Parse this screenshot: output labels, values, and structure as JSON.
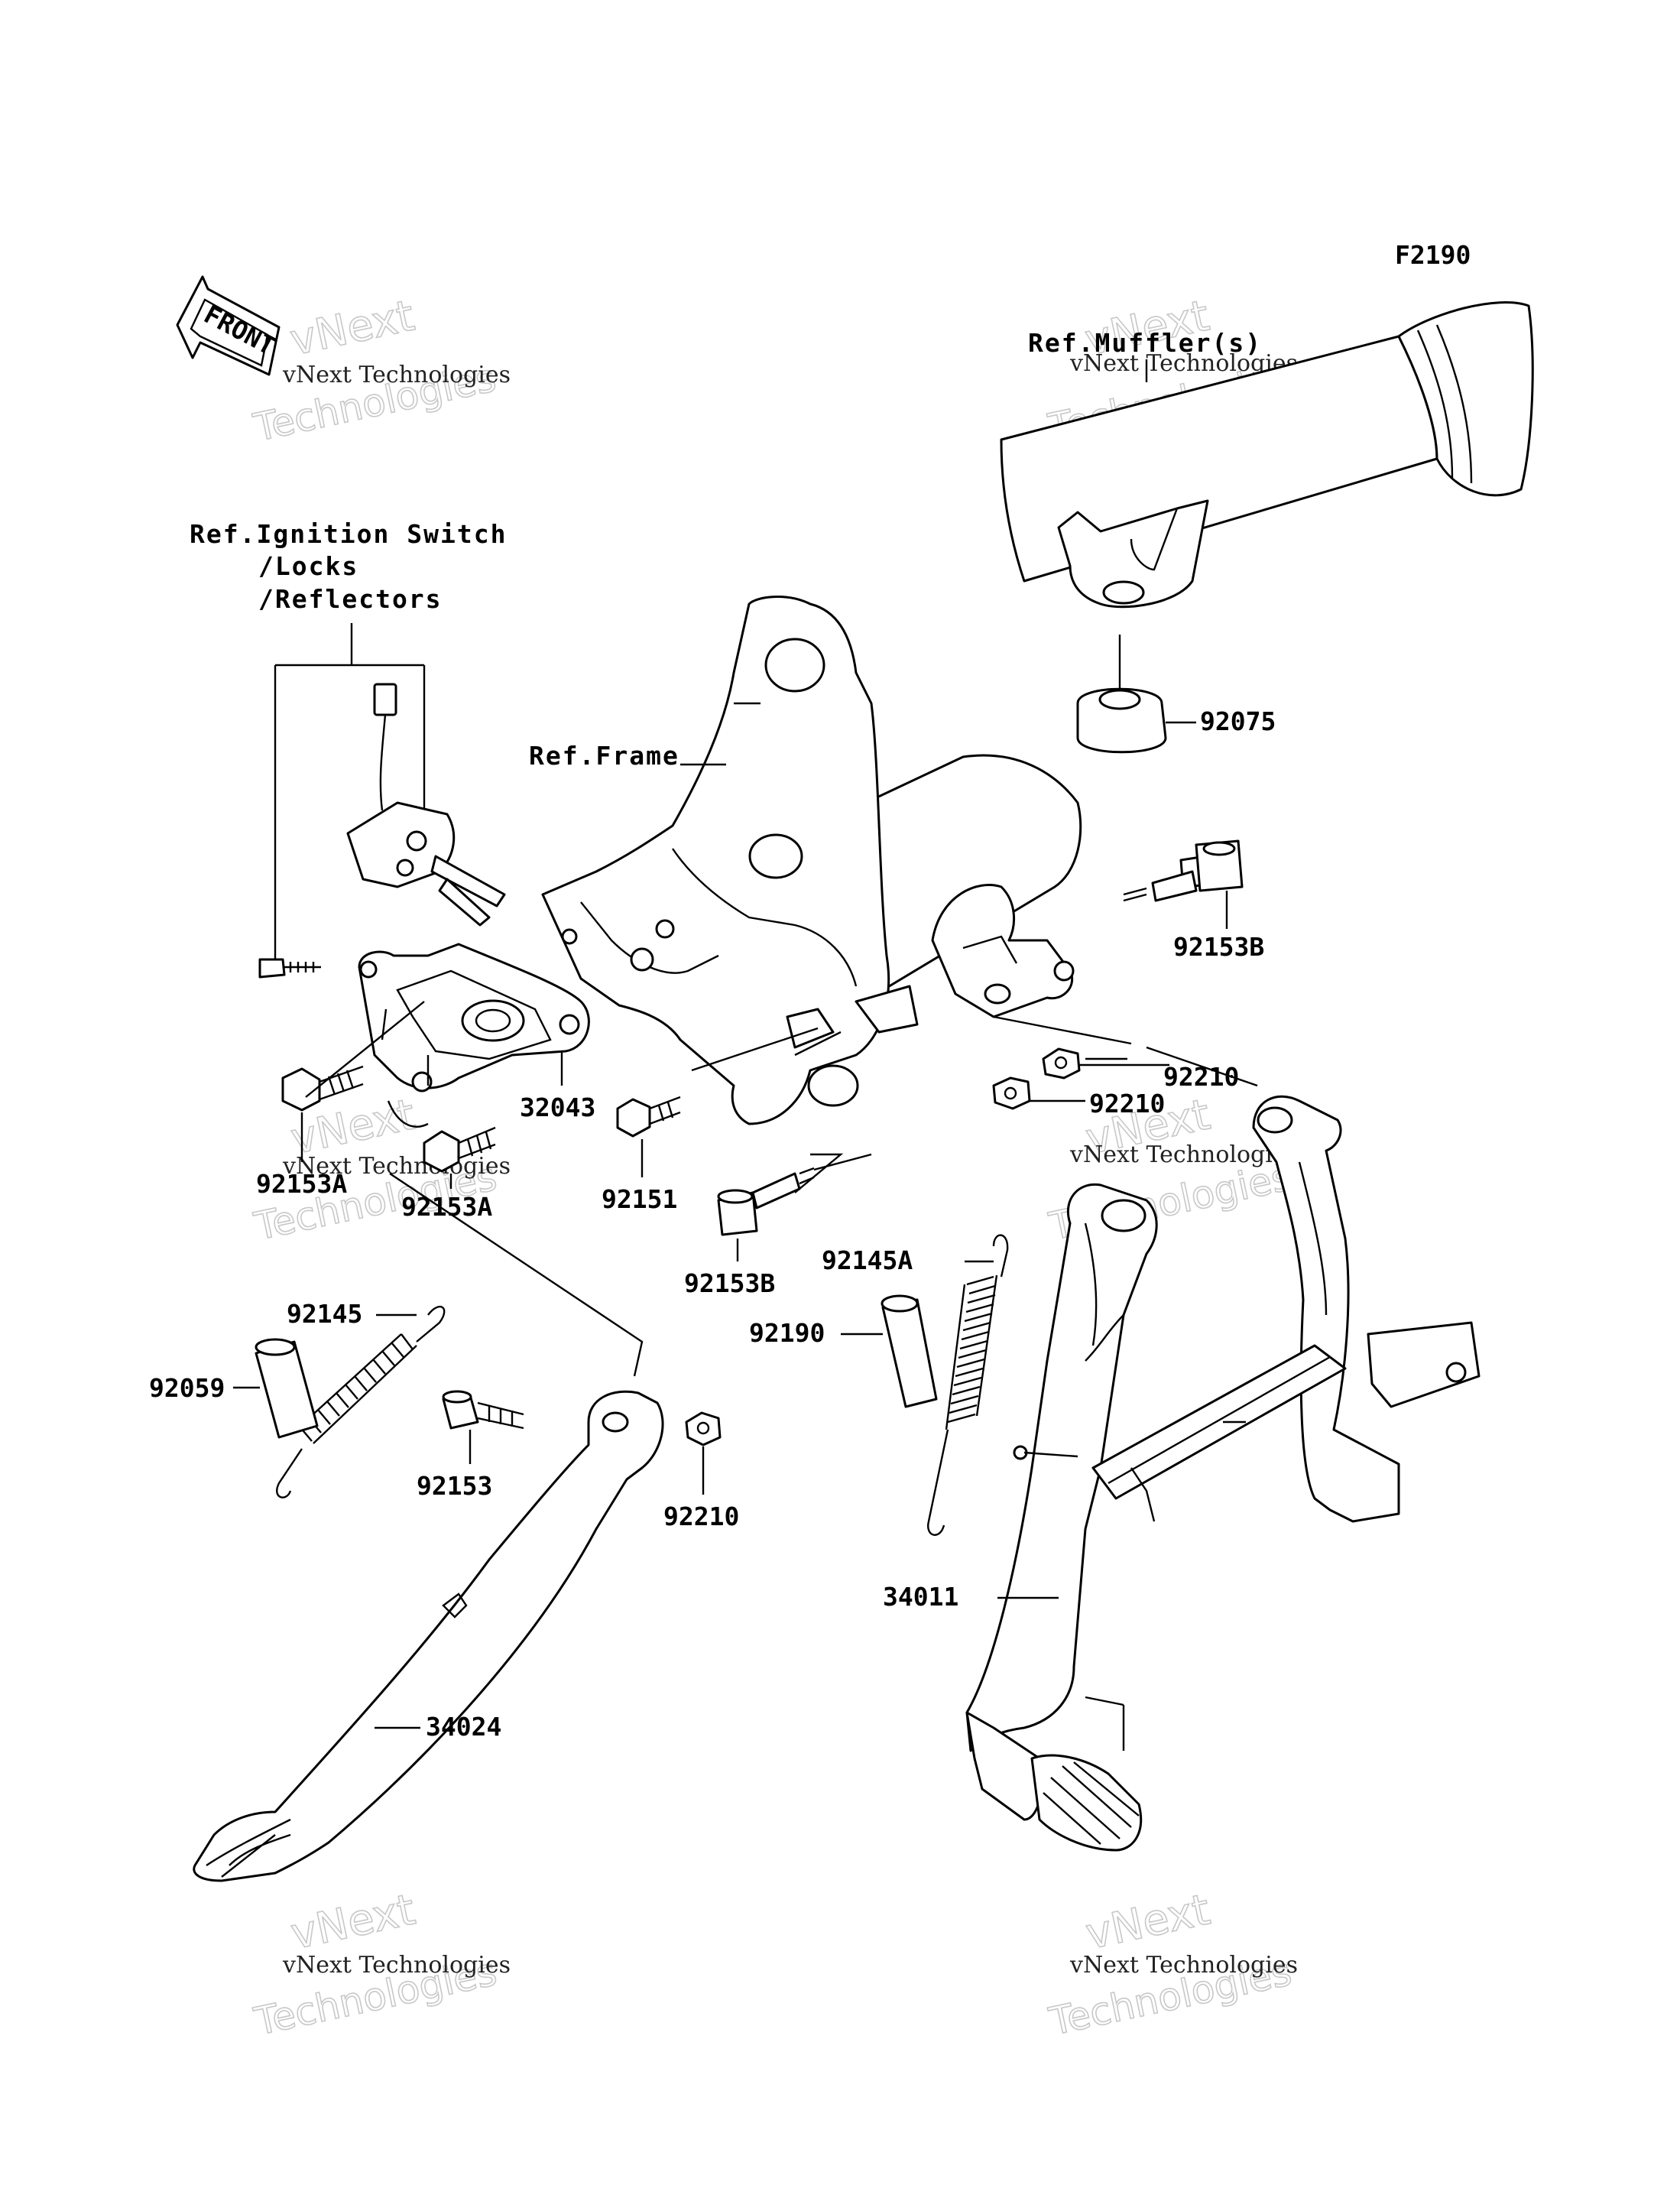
{
  "diagram_code": "F2190",
  "front_arrow": "FRONT",
  "refs": {
    "muffler": "Ref.Muffler(s)",
    "ignition_line1": "Ref.Ignition Switch",
    "ignition_line2": "/Locks",
    "ignition_line3": "/Reflectors",
    "frame": "Ref.Frame"
  },
  "parts": {
    "p92075": "92075",
    "p92153B_top": "92153B",
    "p92210_a": "92210",
    "p92210_b": "92210",
    "p32043": "32043",
    "p92153A_a": "92153A",
    "p92153A_b": "92153A",
    "p92151": "92151",
    "p92153B_mid": "92153B",
    "p92145A": "92145A",
    "p92190": "92190",
    "p92145": "92145",
    "p92059": "92059",
    "p92153": "92153",
    "p92210_c": "92210",
    "p34011": "34011",
    "p34024": "34024"
  },
  "watermark": {
    "line1": "vNext",
    "line2": "vNext Technologies",
    "line3": "Technologies"
  }
}
